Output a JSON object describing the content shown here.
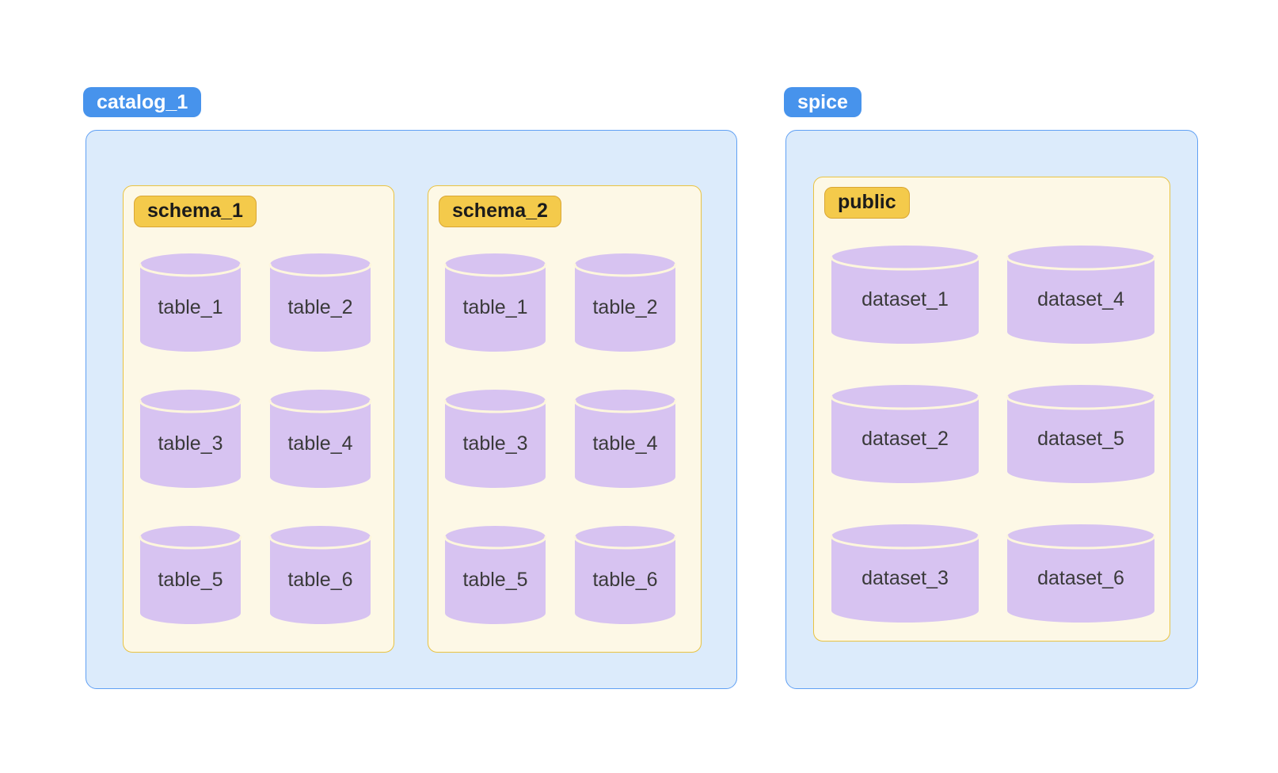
{
  "colors": {
    "blue_badge_bg": "#4793ec",
    "blue_badge_text": "#ffffff",
    "blue_box_bg": "#dcebfb",
    "blue_box_border": "#60a0f4",
    "yellow_badge_bg": "#f4ca4b",
    "yellow_badge_border": "#d9a634",
    "yellow_badge_text": "#1b1b1b",
    "cream_box_bg": "#fdf8e6",
    "cream_box_border": "#e9c342",
    "cylinder_fill": "#d7c3f1",
    "cylinder_arc": "#fdf6dd",
    "cylinder_label_text": "#3a3a3a"
  },
  "groups": [
    {
      "badge": "catalog_1",
      "containers": [
        {
          "badge": "schema_1",
          "items": [
            "table_1",
            "table_2",
            "table_3",
            "table_4",
            "table_5",
            "table_6"
          ]
        },
        {
          "badge": "schema_2",
          "items": [
            "table_1",
            "table_2",
            "table_3",
            "table_4",
            "table_5",
            "table_6"
          ]
        }
      ]
    },
    {
      "badge": "spice",
      "containers": [
        {
          "badge": "public",
          "items": [
            "dataset_1",
            "dataset_2",
            "dataset_3",
            "dataset_4",
            "dataset_5",
            "dataset_6"
          ]
        }
      ]
    }
  ]
}
